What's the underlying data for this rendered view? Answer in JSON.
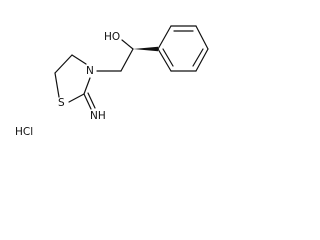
{
  "structure": {
    "atoms": {
      "hydroxyl": "HO",
      "ring_nitrogen": "N",
      "ring_sulfur": "S",
      "imino": "NH"
    },
    "salt": "HCl",
    "colors": {
      "ink": "#111111",
      "background": "#ffffff"
    }
  }
}
